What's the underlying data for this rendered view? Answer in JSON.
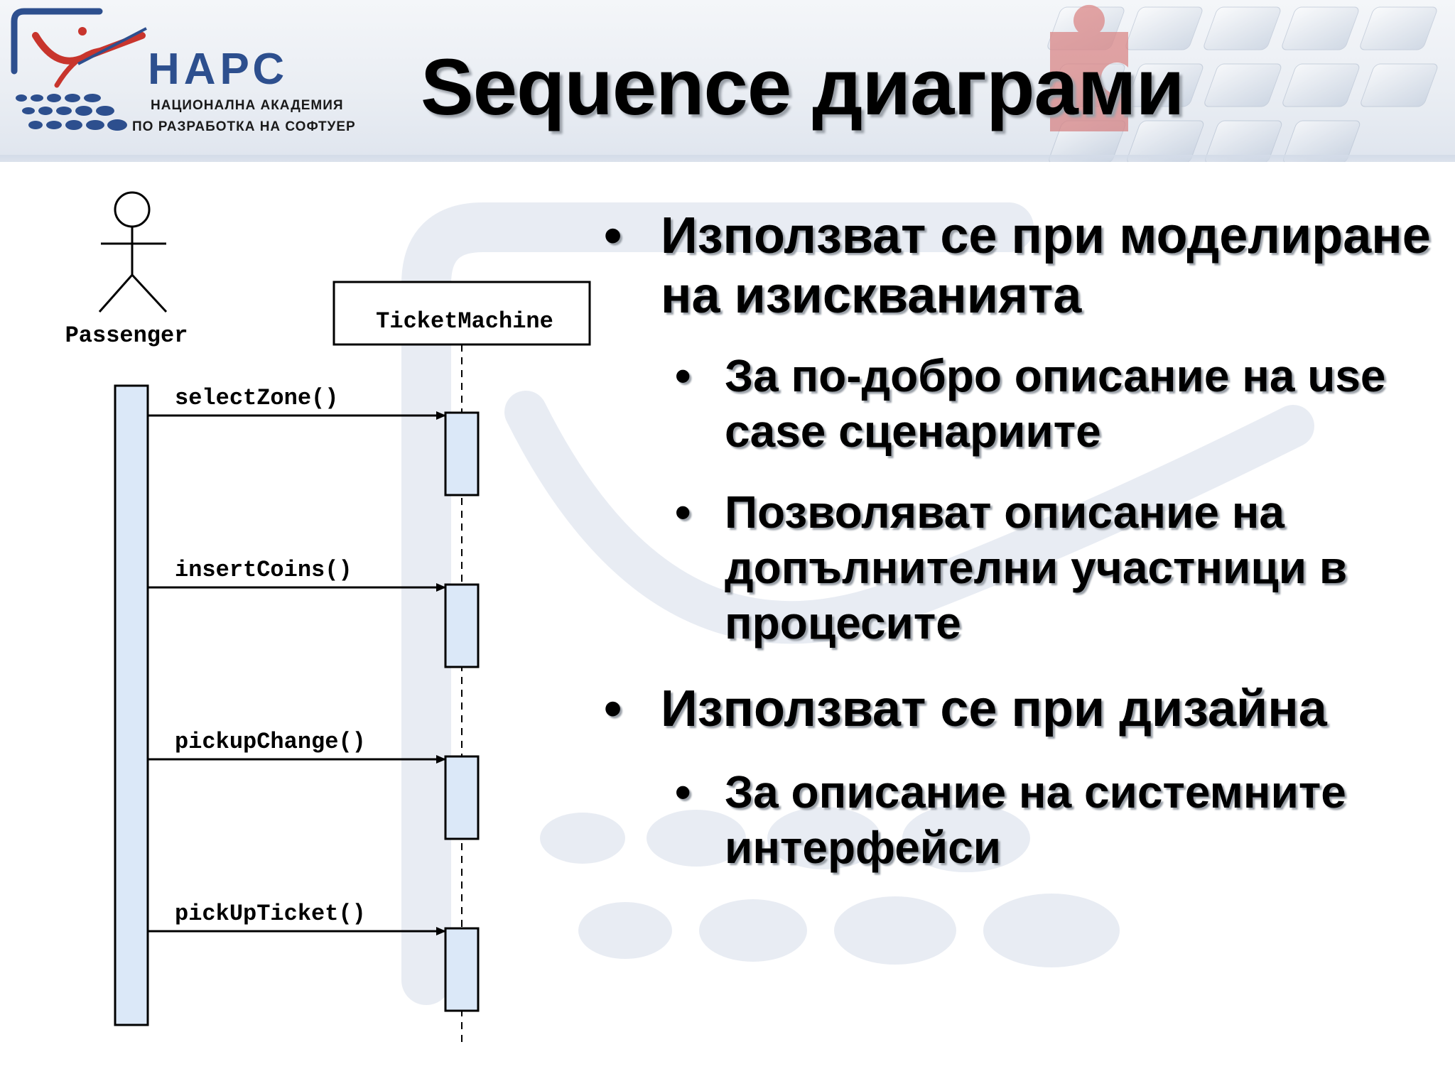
{
  "header": {
    "title": "Sequence диаграми",
    "logo": {
      "acronym": "НАРС",
      "line1": "НАЦИОНАЛНА АКАДЕМИЯ",
      "line2": "ПО РАЗРАБОТКА НА СОФТУЕР",
      "icon": "academy-logo-icon"
    }
  },
  "diagram": {
    "actor": {
      "name": "Passenger",
      "icon": "stick-figure-icon"
    },
    "object": {
      "name": "TicketMachine"
    },
    "messages": [
      {
        "label": "selectZone()"
      },
      {
        "label": "insertCoins()"
      },
      {
        "label": "pickupChange()"
      },
      {
        "label": "pickUpTicket()"
      }
    ],
    "colors": {
      "activation_fill": "#dbe8f8",
      "line": "#000000"
    }
  },
  "bullets": [
    {
      "text": "Използват се при моделиране на изискванията",
      "children": [
        {
          "text": "За по-добро описание на use case сценариите"
        },
        {
          "text": "Позволяват описание на допълнителни участници в процесите"
        }
      ]
    },
    {
      "text": "Използват се при дизайна",
      "children": [
        {
          "text": "За описание на системните интерфейси"
        }
      ]
    }
  ],
  "bullet_symbol": "•"
}
